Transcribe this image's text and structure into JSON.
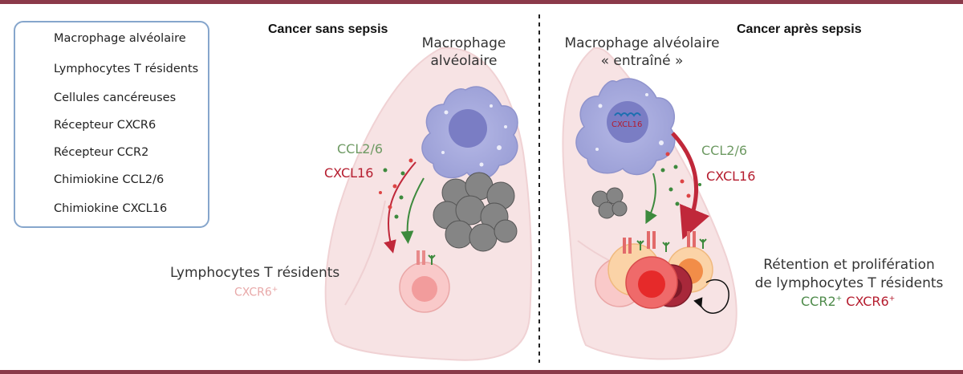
{
  "legend": {
    "items": [
      {
        "icon": "macrophage-icon",
        "label": "Macrophage alvéolaire"
      },
      {
        "icon": "t-lymphocyte-icon",
        "label": "Lymphocytes T résidents"
      },
      {
        "icon": "cancer-cells-icon",
        "label": "Cellules cancéreuses"
      },
      {
        "icon": "cxcr6-receptor-icon",
        "label": "Récepteur CXCR6"
      },
      {
        "icon": "ccr2-receptor-icon",
        "label": "Récepteur CCR2"
      },
      {
        "icon": "ccl2-6-chemokine-icon",
        "label": "Chimiokine CCL2/6"
      },
      {
        "icon": "cxcl16-chemokine-icon",
        "label": "Chimiokine CXCL16"
      }
    ]
  },
  "left_panel": {
    "title": "Cancer sans sepsis",
    "macrophage_label_1": "Macrophage",
    "macrophage_label_2": "alvéolaire",
    "ccl": "CCL2/6",
    "cxcl": "CXCL16",
    "lymph_label": "Lymphocytes T résidents",
    "marker": "CXCR6",
    "marker_sup": "+"
  },
  "right_panel": {
    "title": "Cancer après sepsis",
    "macrophage_label_1": "Macrophage alvéolaire",
    "macrophage_label_2": "« entraîné »",
    "inner_label": "CXCL16",
    "ccl": "CCL2/6",
    "cxcl": "CXCL16",
    "retention_1": "Rétention et prolifération",
    "retention_2": "de lymphocytes T résidents",
    "marker_1": "CCR2",
    "marker_1_sup": "+",
    "marker_2": "CXCR6",
    "marker_2_sup": "+"
  },
  "colors": {
    "frame": "#8b3a4a",
    "legend_border": "#86a6cc",
    "lung": "#f7e3e4",
    "macrophage": "#aaaee0",
    "ccl_green": "#6e9a63",
    "cxcl_red": "#b51c2e",
    "cancer_gray": "#7a7a7a"
  }
}
